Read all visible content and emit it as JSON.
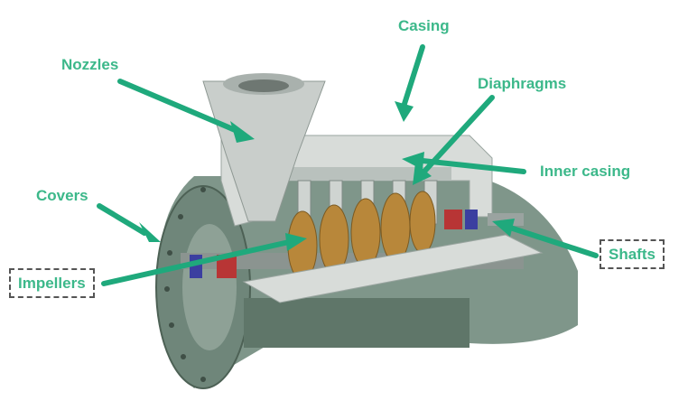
{
  "labels": {
    "casing": "Casing",
    "nozzles": "Nozzles",
    "diaphragms": "Diaphragms",
    "inner_casing": "Inner casing",
    "covers": "Covers",
    "impellers": "Impellers",
    "shafts": "Shafts"
  },
  "colors": {
    "label": "#3cb88a",
    "arrow": "#1fa97c",
    "body": "#7f968a",
    "body_dark": "#5f7669",
    "cut_face": "#d8dcd9",
    "impeller": "#b8873a",
    "seal_red": "#b83535",
    "seal_blue": "#3b3fa0",
    "box_border": "#555555"
  }
}
